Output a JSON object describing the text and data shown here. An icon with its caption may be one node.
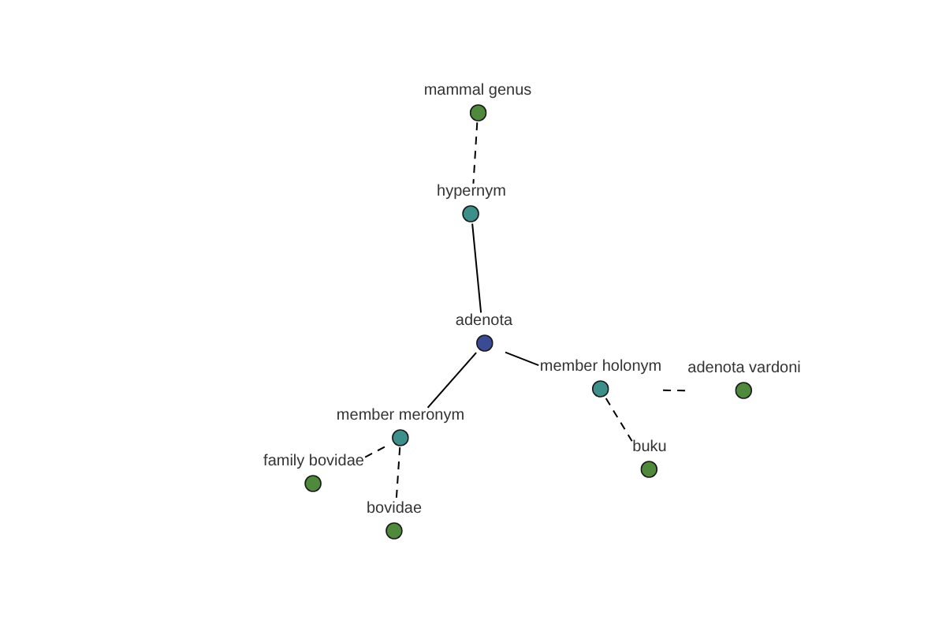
{
  "diagram": {
    "nodes": [
      {
        "text": [
          "mammal genus"
        ]
      },
      {
        "text": [
          "hypernym"
        ]
      },
      {
        "text": [
          "adenota"
        ]
      },
      {
        "text": [
          "member holonym"
        ]
      },
      {
        "text": [
          "adenota vardoni"
        ]
      },
      {
        "text": [
          "buku"
        ]
      },
      {
        "text": [
          "member meronym"
        ]
      },
      {
        "text": [
          "family bovidae"
        ]
      },
      {
        "text": [
          "bovidae"
        ]
      }
    ],
    "edges": [
      {
        "from": 0,
        "to": 1,
        "arrow": "none",
        "style": "dashed"
      },
      {
        "from": 1,
        "to": 2,
        "arrow": "none"
      },
      {
        "from": 2,
        "to": 3,
        "arrow": "none"
      },
      {
        "from": 3,
        "to": 4,
        "arrow": "none",
        "style": "dashed"
      },
      {
        "from": 3,
        "to": 5,
        "arrow": "none",
        "style": "dashed"
      },
      {
        "from": 2,
        "to": 6,
        "arrow": "none"
      },
      {
        "from": 6,
        "to": 7,
        "arrow": "none",
        "style": "dashed"
      },
      {
        "from": 6,
        "to": 8,
        "arrow": "none",
        "style": "dashed"
      }
    ]
  }
}
